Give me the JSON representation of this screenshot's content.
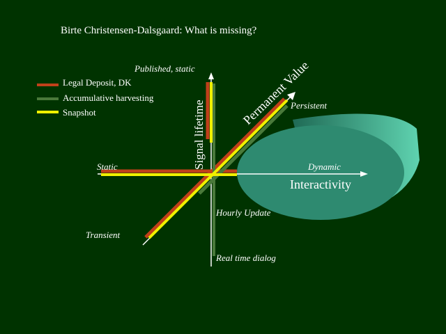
{
  "slide": {
    "title": "Birte Christensen-Dalsgaard: What is missing?",
    "background": "#003300"
  },
  "legend": [
    {
      "label": "Legal Deposit, DK",
      "color": "#c0401a"
    },
    {
      "label": "Accumulative harvesting",
      "color": "#4a7a3a"
    },
    {
      "label": "Snapshot",
      "color": "#f0f000"
    }
  ],
  "axes": {
    "vertical_top": "Published, static",
    "vertical_name": "Signal lifetime",
    "vertical_mid": "Hourly Update",
    "vertical_bottom": "Real time dialog",
    "horizontal_left": "Static",
    "horizontal_right": "Dynamic",
    "horizontal_name": "Interactivity",
    "diagonal_top": "Persistent",
    "diagonal_name": "Permanent Value",
    "diagonal_bottom": "Transient"
  },
  "colors": {
    "axis": "#ffffff",
    "text": "#ffffff",
    "cylinder_face": "#2e8a70",
    "cylinder_side_light": "#5fd3b0",
    "cylinder_side_dark": "#1f6a55"
  }
}
